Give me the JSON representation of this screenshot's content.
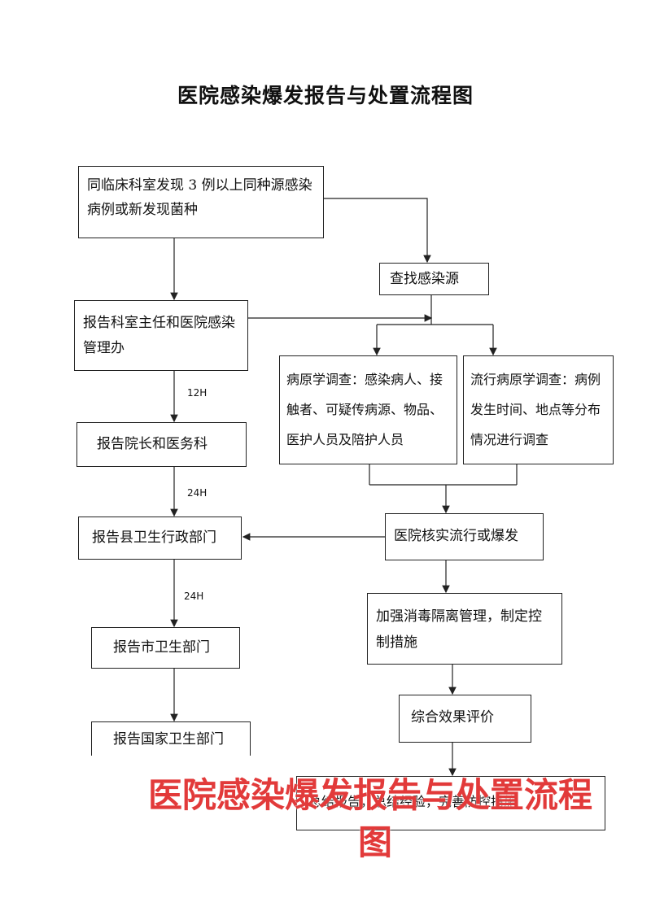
{
  "title": "医院感染爆发报告与处置流程图",
  "boxes": {
    "discover": "同临床科室发现 3 例以上同种源感染病例或新发现菌种",
    "report_dept": "报告科室主任和医院感染管理办",
    "report_dean": "报告院长和医务科",
    "report_county": "报告县卫生行政部门",
    "report_city": "报告市卫生部门",
    "report_nation": "报告国家卫生部门",
    "find_source": "查找感染源",
    "pathogen": "病原学调查：感染病人、接触者、可疑传病源、物品、医护人员及陪护人员",
    "epidemiology": "流行病原学调查：病例发生时间、地点等分布情况进行调查",
    "verify": "医院核实流行或爆发",
    "disinfect": "加强消毒隔离管理，制定控制措施",
    "evaluate": "综合效果评价",
    "summary": "总结报告，总结经验，完善防控措施"
  },
  "labels": {
    "t12": "12H",
    "t24a": "24H",
    "t24b": "24H"
  },
  "watermark": {
    "line1": "医院感染爆发报告与处置流程",
    "line2": "图"
  }
}
